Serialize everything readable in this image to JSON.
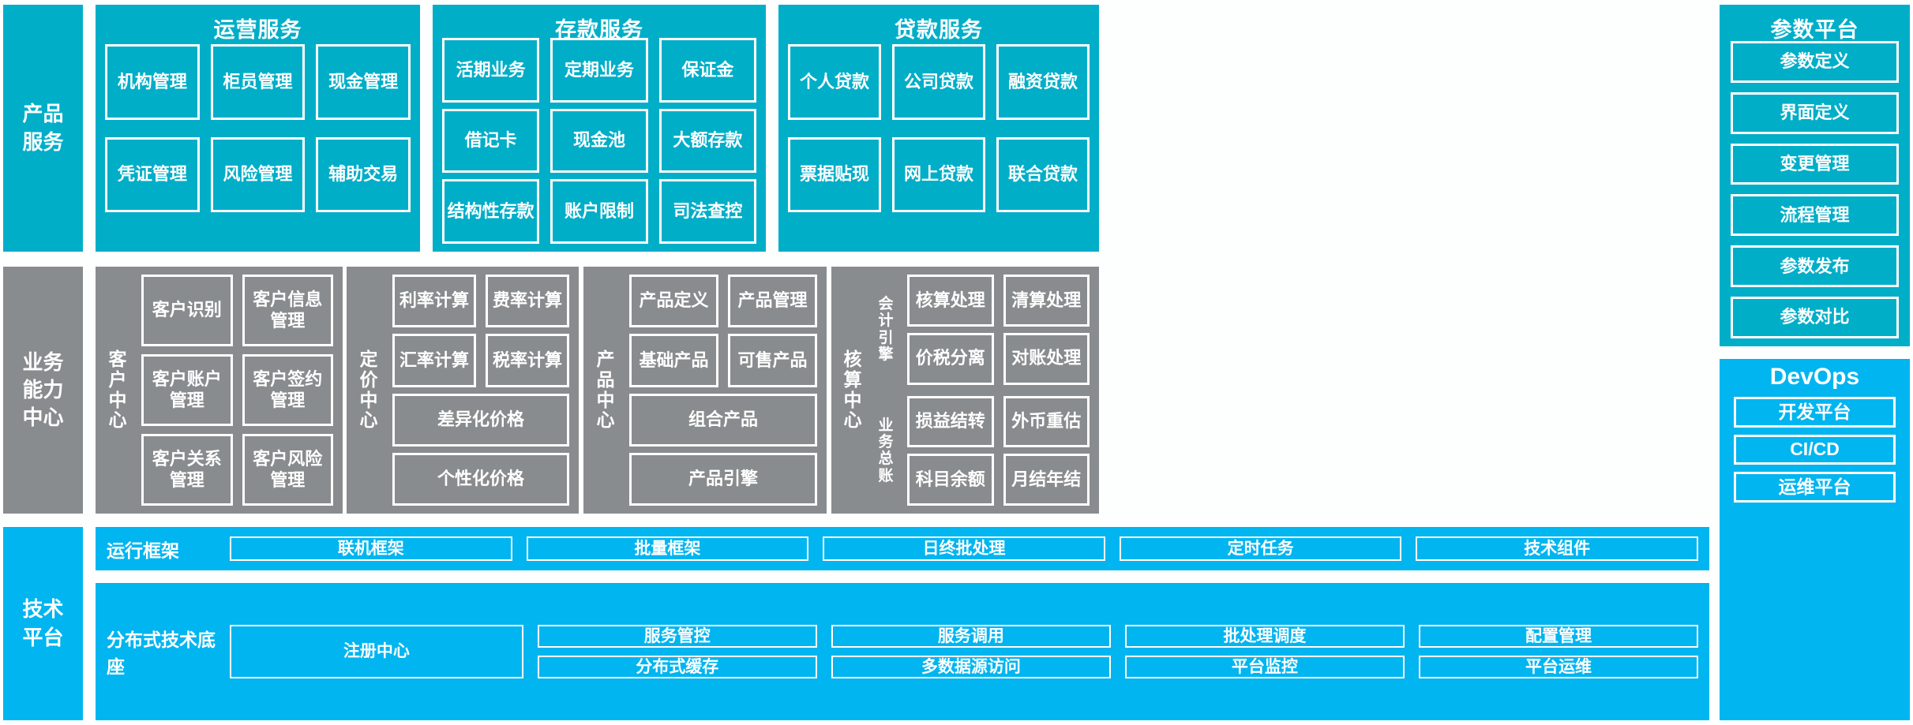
{
  "colors": {
    "teal": "#00aec8",
    "gray": "#898c8e",
    "bright_blue": "#00b5f0",
    "background": "#fdffff",
    "box_border": "#ffffff",
    "text": "#ffffff"
  },
  "layers": {
    "product_services": {
      "label": "产品\n服务",
      "label_line1": "产品",
      "label_line2": "服务",
      "groups": [
        {
          "title": "运营服务",
          "items": [
            "机构管理",
            "柜员管理",
            "现金管理",
            "凭证管理",
            "风险管理",
            "辅助交易"
          ]
        },
        {
          "title": "存款服务",
          "items": [
            "活期业务",
            "定期业务",
            "保证金",
            "借记卡",
            "现金池",
            "大额存款",
            "结构性存款",
            "账户限制",
            "司法查控"
          ]
        },
        {
          "title": "贷款服务",
          "items": [
            "个人贷款",
            "公司贷款",
            "融资贷款",
            "票据贴现",
            "网上贷款",
            "联合贷款"
          ]
        }
      ]
    },
    "business_capability": {
      "label_line1": "业务",
      "label_line2": "能力",
      "label_line3": "中心",
      "centers": [
        {
          "name": "客户中心",
          "name_chars": [
            "客",
            "户",
            "中",
            "心"
          ],
          "items": [
            "客户识别",
            "客户信息管理",
            "客户账户管理",
            "客户签约管理",
            "客户关系管理",
            "客户风险管理"
          ]
        },
        {
          "name": "定价中心",
          "name_chars": [
            "定",
            "价",
            "中",
            "心"
          ],
          "items": [
            "利率计算",
            "费率计算",
            "汇率计算",
            "税率计算"
          ],
          "wide_items": [
            "差异化价格",
            "个性化价格"
          ]
        },
        {
          "name": "产品中心",
          "name_chars": [
            "产",
            "品",
            "中",
            "心"
          ],
          "items": [
            "产品定义",
            "产品管理",
            "基础产品",
            "可售产品"
          ],
          "wide_items": [
            "组合产品",
            "产品引擎"
          ]
        },
        {
          "name": "核算中心",
          "name_chars": [
            "核",
            "算",
            "中",
            "心"
          ],
          "subgroups": [
            {
              "name": "会计引擎",
              "name_chars": [
                "会",
                "计",
                "引",
                "擎"
              ],
              "items": [
                "核算处理",
                "清算处理",
                "价税分离",
                "对账处理"
              ]
            },
            {
              "name": "业务总账",
              "name_chars": [
                "业",
                "务",
                "总",
                "账"
              ],
              "items": [
                "损益结转",
                "外币重估",
                "科目余额",
                "月结年结"
              ]
            }
          ]
        }
      ]
    },
    "technology_platform": {
      "label_line1": "技术",
      "label_line2": "平台",
      "rows": [
        {
          "name": "运行框架",
          "columns": [
            {
              "items": [
                "联机框架"
              ]
            },
            {
              "items": [
                "批量框架"
              ]
            },
            {
              "items": [
                "日终批处理"
              ]
            },
            {
              "items": [
                "定时任务"
              ]
            },
            {
              "items": [
                "技术组件"
              ]
            }
          ]
        },
        {
          "name": "分布式技术底座",
          "columns": [
            {
              "items": [
                "注册中心"
              ],
              "single": true
            },
            {
              "items": [
                "服务管控",
                "分布式缓存"
              ]
            },
            {
              "items": [
                "服务调用",
                "多数据源访问"
              ]
            },
            {
              "items": [
                "批处理调度",
                "平台监控"
              ]
            },
            {
              "items": [
                "配置管理",
                "平台运维"
              ]
            }
          ]
        }
      ]
    }
  },
  "right_column": {
    "parameter_platform": {
      "title": "参数平台",
      "items": [
        "参数定义",
        "界面定义",
        "变更管理",
        "流程管理",
        "参数发布",
        "参数对比"
      ]
    },
    "devops": {
      "title": "DevOps",
      "items": [
        "开发平台",
        "CI/CD",
        "运维平台"
      ]
    }
  }
}
